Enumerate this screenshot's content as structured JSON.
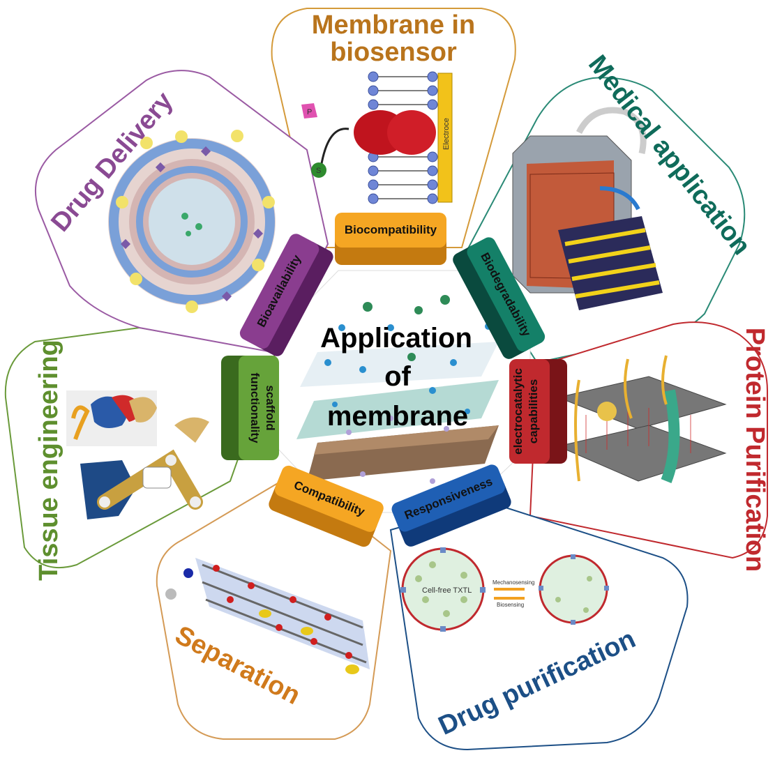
{
  "center": {
    "lines": [
      "Application",
      "of",
      "membrane"
    ]
  },
  "petals": [
    {
      "id": "biosensor",
      "title_lines": [
        "Membrane in",
        "biosensor"
      ],
      "color": "#b9741c",
      "tab": "Biocompatibility",
      "tab_color": "#f29a14"
    },
    {
      "id": "medical",
      "title": "Medical application",
      "color": "#0f6b5a",
      "tab": "Biodegradability",
      "tab_color": "#137a63"
    },
    {
      "id": "protein",
      "title": "Protein Purification",
      "color": "#c0292e",
      "tab_lines": [
        "electrocatalytic",
        "capabilities"
      ],
      "tab_color": "#b8262c"
    },
    {
      "id": "drugpur",
      "title": "Drug purification",
      "color": "#1c4f86",
      "tab": "Responsiveness",
      "tab_color": "#1d57a6"
    },
    {
      "id": "separation",
      "title": "Separation",
      "color": "#d07a1c",
      "tab": "Compatibility",
      "tab_color": "#f29a14"
    },
    {
      "id": "tissue",
      "title": "Tissue engineering",
      "color": "#5e8f2e",
      "tab_lines": [
        "scaffold",
        "functionality"
      ],
      "tab_color": "#5e9a36"
    },
    {
      "id": "drugdel",
      "title": "Drug Delivery",
      "color": "#8a4a93",
      "tab": "Bioavailability",
      "tab_color": "#8a3d8f"
    }
  ],
  "art_text": {
    "electrode": "Electroce",
    "p_label": "P",
    "s_label": "S",
    "txtl": "Cell-free TXTL",
    "mechanosensing": "Mechanosensing",
    "biosensing": "Biosensing"
  },
  "colors": {
    "petal_fill": "#ffffff",
    "center_fill": "#ffffff"
  }
}
